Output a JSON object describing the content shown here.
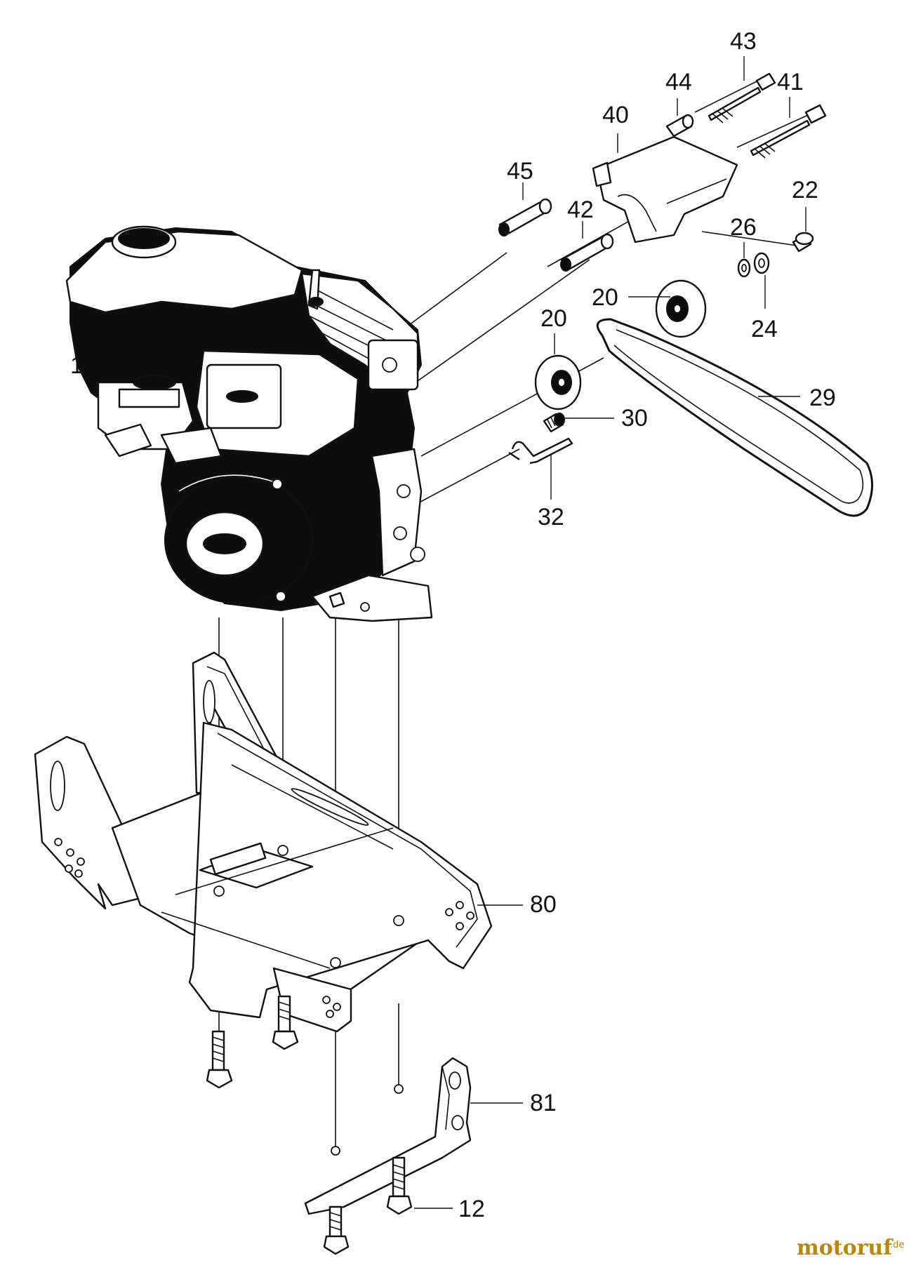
{
  "callouts": {
    "c1": "1",
    "c12": "12",
    "c20a": "20",
    "c20b": "20",
    "c22": "22",
    "c24": "24",
    "c26": "26",
    "c29": "29",
    "c30": "30",
    "c32": "32",
    "c40": "40",
    "c41": "41",
    "c42": "42",
    "c43": "43",
    "c44": "44",
    "c45": "45",
    "c80": "80",
    "c81": "81"
  },
  "watermark": {
    "main": "motoruf",
    "suffix": ".de"
  },
  "colors": {
    "line": "#111111",
    "watermark": "#b8860b"
  }
}
